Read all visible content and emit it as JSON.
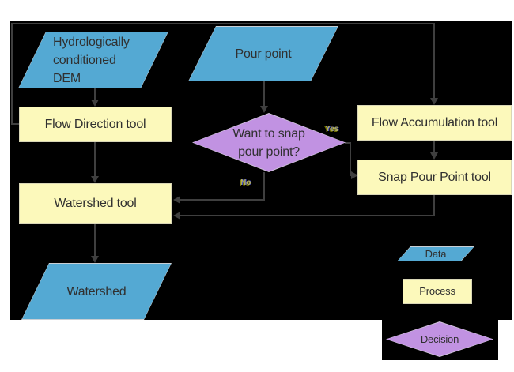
{
  "diagram": {
    "title_implicit": "Watershed delineation workflow",
    "nodes": {
      "dem": {
        "label": "Hydrologically conditioned DEM",
        "type": "data"
      },
      "pour_point": {
        "label": "Pour point",
        "type": "data"
      },
      "flow_direction": {
        "label": "Flow Direction tool",
        "type": "process"
      },
      "flow_accumulation": {
        "label": "Flow Accumulation tool",
        "type": "process"
      },
      "snap_pour_point": {
        "label": "Snap Pour Point tool",
        "type": "process"
      },
      "watershed_tool": {
        "label": "Watershed tool",
        "type": "process"
      },
      "watershed": {
        "label": "Watershed",
        "type": "data"
      },
      "want_to_snap": {
        "label": "Want to snap pour point?",
        "type": "decision"
      }
    },
    "edge_labels": {
      "yes": "Yes",
      "no": "No"
    },
    "edges": [
      {
        "from": "dem",
        "to": "flow_direction"
      },
      {
        "from": "pour_point",
        "to": "want_to_snap"
      },
      {
        "from": "flow_direction",
        "to": "flow_accumulation"
      },
      {
        "from": "flow_direction",
        "to": "watershed_tool"
      },
      {
        "from": "flow_accumulation",
        "to": "snap_pour_point"
      },
      {
        "from": "want_to_snap",
        "to": "snap_pour_point",
        "label": "Yes"
      },
      {
        "from": "want_to_snap",
        "to": "watershed_tool",
        "label": "No"
      },
      {
        "from": "snap_pour_point",
        "to": "watershed_tool"
      },
      {
        "from": "watershed_tool",
        "to": "watershed"
      }
    ],
    "legend": {
      "data": "Data",
      "process": "Process",
      "decision": "Decision"
    },
    "colors": {
      "background": "#000000",
      "page": "#ffffff",
      "data_fill": "#54a9d3",
      "process_fill": "#fcf9bb",
      "decision_fill": "#c192e2",
      "connector": "#3f3f3f",
      "shape_text": "#303030"
    }
  }
}
